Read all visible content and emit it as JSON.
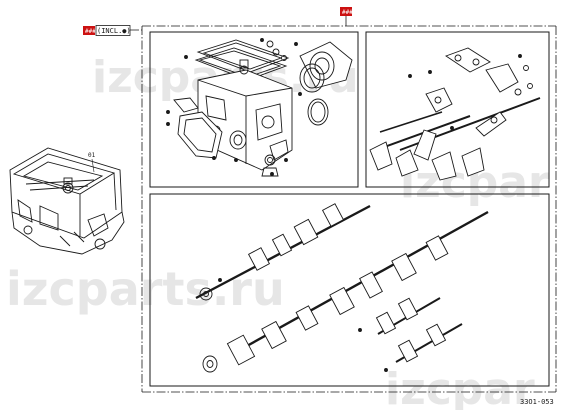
{
  "watermark": {
    "text": "izcparts.ru",
    "partial_text": "izcpar",
    "color": "#e6e6e6"
  },
  "kit_label": {
    "code": "###",
    "text": "(INCL.●)",
    "box_color": "#cc1111"
  },
  "assembly_tag": "###",
  "callouts": {
    "assembly": "01"
  },
  "drawing_number": "33O1-053",
  "colors": {
    "line": "#1a1a1a",
    "highlight": "#cc1111"
  }
}
